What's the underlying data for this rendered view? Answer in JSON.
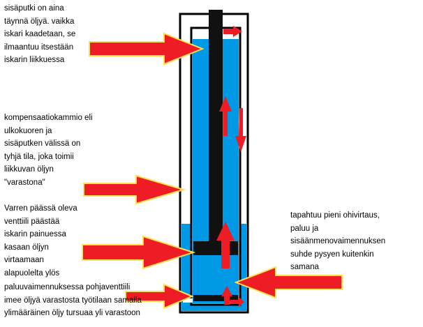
{
  "labels": {
    "inner_tube": "sisäputki on aina\ntäynnä öljyä. vaikka\niskari kaadetaan, se\nilmaantuu itsestään\niskarin liikkuessa",
    "compensation_chamber": "kompensaatiokammio eli\n ulkokuoren ja\n sisäputken välissä on\n tyhjä tila, joka toimii\n liikkuvan öljyn\n \"varastona\"",
    "rod_valve": "Varren päässä oleva\nventtiili päästää\niskarin painuessa\nkasaan öljyn\nvirtaamaan\nalapuolelta ylös",
    "bypass_flow": "tapahtuu pieni ohivirtaus,\npaluu ja\nsisäänmenovaimennuksen\nsuhde pysyen kuitenkin\nsamana",
    "base_valve": "paluuvaimennuksessa pohjaventtiili\nimee öljyä varastosta työtilaan samalla\nylimääräinen öljy tursuaa yli varastoon"
  },
  "colors": {
    "oil": "#0099e6",
    "arrow_fill": "#ee1c24",
    "arrow_outline": "#ffe14d",
    "outline": "#000000"
  }
}
